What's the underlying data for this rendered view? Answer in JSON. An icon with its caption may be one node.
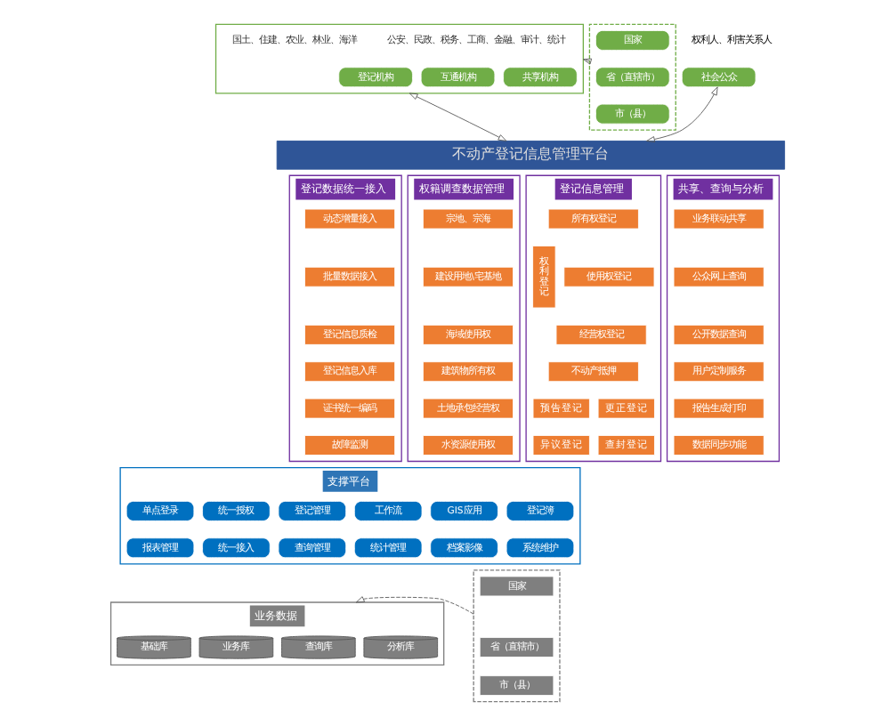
{
  "diagram": {
    "nodes": [
      {
        "text": [
          "社会公众"
        ],
        "beside": [
          "权利人、利害关系人"
        ]
      },
      {
        "text": [],
        "shape": "box"
      },
      {
        "text": [
          "国土、住建、农业、林业、海洋"
        ],
        "in": 1
      },
      {
        "text": [
          "公安、民政、税务、工商、金融、审计、统计"
        ],
        "in": 1
      },
      {
        "text": [
          "登记机构"
        ],
        "in": 1
      },
      {
        "text": [
          "互通机构"
        ],
        "in": 1
      },
      {
        "text": [
          "共享机构"
        ],
        "in": 1
      },
      {
        "text": [],
        "shape": "box"
      },
      {
        "text": [
          "国家"
        ],
        "in": 7
      },
      {
        "text": [
          "省（直辖市）"
        ],
        "in": 7
      },
      {
        "text": [
          "市（县）"
        ],
        "in": 7
      },
      {
        "text": [
          "不动产登记信息管理平台"
        ]
      },
      {
        "text": [
          "登记数据统一接入"
        ]
      },
      {
        "text": [
          "动态增量接入"
        ],
        "in": 12
      },
      {
        "text": [
          "批量数据接入"
        ],
        "in": 12
      },
      {
        "text": [
          "登记信息质检"
        ],
        "in": 12
      },
      {
        "text": [
          "登记信息入库"
        ],
        "in": 12
      },
      {
        "text": [
          "证书统一编码"
        ],
        "in": 12
      },
      {
        "text": [
          "故障监测"
        ],
        "in": 12
      },
      {
        "text": [
          "权籍调查数据管理"
        ]
      },
      {
        "text": [
          "宗地、宗海"
        ],
        "in": 19
      },
      {
        "text": [
          "建设用地\\宅基地"
        ],
        "in": 19
      },
      {
        "text": [
          "海域使用权"
        ],
        "in": 19
      },
      {
        "text": [
          "建筑物所有权"
        ],
        "in": 19
      },
      {
        "text": [
          "土地承包经营权"
        ],
        "in": 19
      },
      {
        "text": [
          "水资源使用权"
        ],
        "in": 19
      },
      {
        "text": [
          "登记信息管理"
        ]
      },
      {
        "text": [
          "权利登记"
        ],
        "in": 26
      },
      {
        "text": [
          "所有权登记"
        ],
        "in": 26
      },
      {
        "text": [
          "使用权登记"
        ],
        "in": 26
      },
      {
        "text": [
          "经营权登记"
        ],
        "in": 26
      },
      {
        "text": [
          "不动产抵押"
        ],
        "in": 26
      },
      {
        "text": [
          "预告登记"
        ],
        "in": 26
      },
      {
        "text": [
          "更正登记"
        ],
        "in": 26
      },
      {
        "text": [
          "异议登记"
        ],
        "in": 26
      },
      {
        "text": [
          "查封登记"
        ],
        "in": 26
      },
      {
        "text": [
          "共享、查询与分析"
        ]
      },
      {
        "text": [
          "业务联动共享"
        ],
        "in": 36
      },
      {
        "text": [
          "公众网上查询"
        ],
        "in": 36
      },
      {
        "text": [
          "公开数据查询"
        ],
        "in": 36
      },
      {
        "text": [
          "用户定制服务"
        ],
        "in": 36
      },
      {
        "text": [
          "报告生成打印"
        ],
        "in": 36
      },
      {
        "text": [
          "数据同步功能"
        ],
        "in": 36
      },
      {
        "text": [
          "支撑平台"
        ]
      },
      {
        "text": [
          "单点登录"
        ],
        "in": 43
      },
      {
        "text": [
          "统一授权"
        ],
        "in": 43
      },
      {
        "text": [
          "登记管理"
        ],
        "in": 43
      },
      {
        "text": [
          "工作流"
        ],
        "in": 43
      },
      {
        "text": [
          "GIS应用"
        ],
        "in": 43
      },
      {
        "text": [
          "登记簿"
        ],
        "in": 43
      },
      {
        "text": [
          "报表管理"
        ],
        "in": 43
      },
      {
        "text": [
          "统一接入"
        ],
        "in": 43
      },
      {
        "text": [
          "查询管理"
        ],
        "in": 43
      },
      {
        "text": [
          "统计管理"
        ],
        "in": 43
      },
      {
        "text": [
          "档案影像"
        ],
        "in": 43
      },
      {
        "text": [
          "系统维护"
        ],
        "in": 43
      },
      {
        "text": [
          "业务数据"
        ]
      },
      {
        "text": [
          "基础库"
        ],
        "in": 56
      },
      {
        "text": [
          "业务库"
        ],
        "in": 56
      },
      {
        "text": [
          "查询库"
        ],
        "in": 56
      },
      {
        "text": [
          "分析库"
        ],
        "in": 56
      },
      {
        "text": [],
        "shape": "box"
      },
      {
        "text": [
          "国家"
        ],
        "in": 61
      },
      {
        "text": [
          "省（直辖市）"
        ],
        "in": 61
      },
      {
        "text": [
          "市（县）"
        ],
        "in": 61
      }
    ],
    "edges": [
      {
        "from": 0,
        "to": 11,
        "arrow": "both"
      },
      {
        "from": 1,
        "to": 11,
        "arrow": "both"
      },
      {
        "from": 7,
        "to": 1,
        "arrow": "to",
        "style": "dashed"
      },
      {
        "from": 61,
        "to": 56,
        "arrow": "to",
        "style": "dashed"
      }
    ]
  }
}
